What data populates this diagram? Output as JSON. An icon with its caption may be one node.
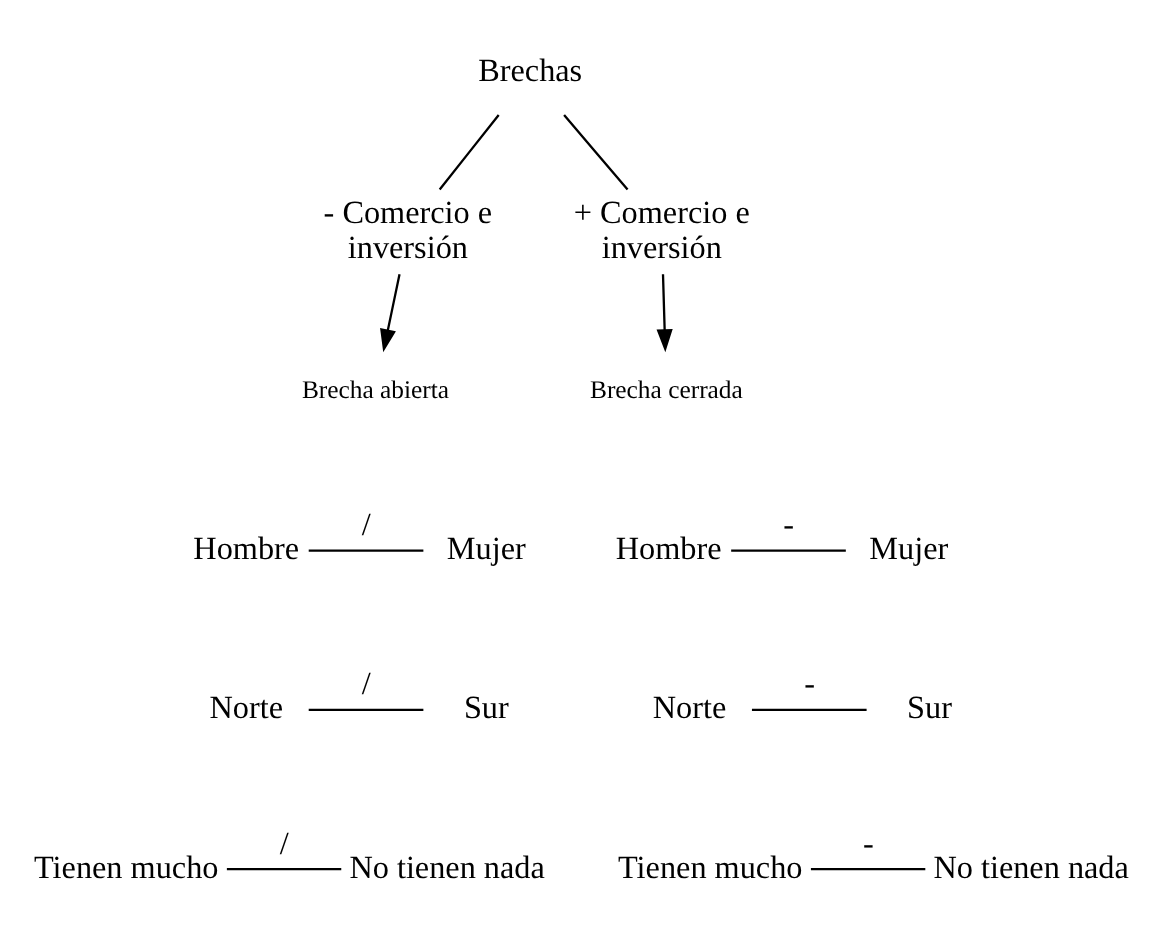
{
  "diagram": {
    "nodes": [
      {
        "text": [
          "Brechas"
        ]
      },
      {
        "text": [
          "- Comercio e inversión"
        ]
      },
      {
        "text": [
          "+ Comercio e inversión"
        ]
      },
      {
        "text": [
          "Brecha abierta"
        ]
      },
      {
        "text": [
          "Brecha cerrada"
        ]
      },
      {
        "text": [
          "Hombre"
        ]
      },
      {
        "text": [
          "Mujer"
        ]
      },
      {
        "text": [
          "Norte"
        ]
      },
      {
        "text": [
          "Sur"
        ]
      },
      {
        "text": [
          "Tienen mucho"
        ]
      },
      {
        "text": [
          "No tienen nada"
        ]
      },
      {
        "text": [
          "Hombre"
        ]
      },
      {
        "text": [
          "Mujer"
        ]
      },
      {
        "text": [
          "Norte"
        ]
      },
      {
        "text": [
          "Sur"
        ]
      },
      {
        "text": [
          "Tienen mucho"
        ]
      },
      {
        "text": [
          "No tienen nada"
        ]
      }
    ],
    "edges": [
      {
        "from": 0,
        "to": 1,
        "arrow": "none"
      },
      {
        "from": 0,
        "to": 2,
        "arrow": "none"
      },
      {
        "from": 1,
        "to": 3,
        "arrow": "to"
      },
      {
        "from": 2,
        "to": 4,
        "arrow": "to"
      },
      {
        "from": 5,
        "to": 6,
        "arrow": "none",
        "label": "/"
      },
      {
        "from": 7,
        "to": 8,
        "arrow": "none",
        "label": "/"
      },
      {
        "from": 9,
        "to": 10,
        "arrow": "none",
        "label": "/"
      },
      {
        "from": 11,
        "to": 12,
        "arrow": "none",
        "label": "-"
      },
      {
        "from": 13,
        "to": 14,
        "arrow": "none",
        "label": "-"
      },
      {
        "from": 15,
        "to": 16,
        "arrow": "none",
        "label": "-"
      }
    ]
  }
}
